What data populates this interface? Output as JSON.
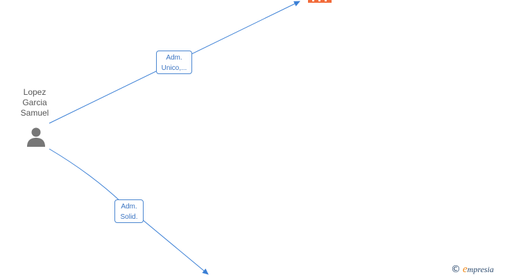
{
  "person": {
    "name_lines": [
      "Lopez",
      "Garcia",
      "Samuel"
    ],
    "icon": "person-icon"
  },
  "relations": [
    {
      "label_lines": [
        "Adm.",
        "Unico,..."
      ],
      "target": "company-top"
    },
    {
      "label_lines": [
        "Adm.",
        "Solid."
      ],
      "target": "company-bottom"
    }
  ],
  "company_icon": "building-icon",
  "brand": {
    "copyright": "©",
    "initial": "e",
    "rest": "mpresia"
  },
  "colors": {
    "edge": "#3a7fd5",
    "label_border": "#4a86d0",
    "label_text": "#3a74c2",
    "person": "#777777",
    "company": "#f26b3a",
    "brand_accent": "#f08a1c"
  }
}
